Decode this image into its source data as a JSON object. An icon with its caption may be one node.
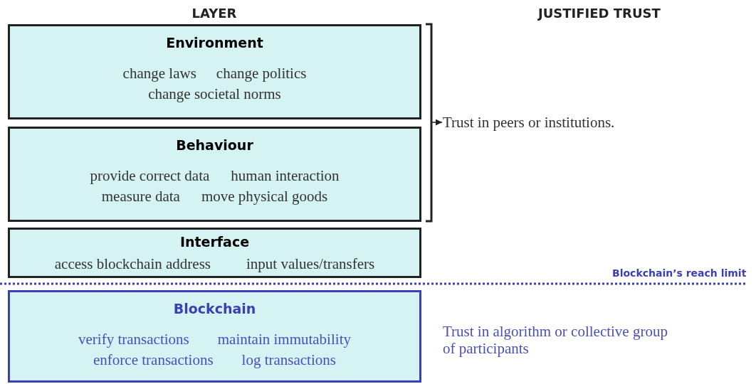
{
  "diagram": {
    "nodes": [
      {
        "text": [
          "Environment",
          "change laws",
          "change politics",
          "change societal norms"
        ]
      },
      {
        "text": [
          "Behaviour",
          "provide correct data",
          "human interaction",
          "measure data",
          "move physical goods"
        ]
      },
      {
        "text": [
          "Interface",
          "access blockchain address",
          "input values/transfers"
        ]
      },
      {
        "text": [
          "Blockchain",
          "verify transactions",
          "maintain immutability",
          "enforce transactions",
          "log transactions"
        ]
      },
      {
        "text": [
          "Trust in peers or institutions."
        ]
      }
    ],
    "edges": [
      {
        "from": null,
        "to": 4,
        "arrow": "to"
      }
    ],
    "labels": [
      "LAYER",
      "JUSTIFIED TRUST",
      "Blockchain’s reach limit",
      "Trust in algorithm or collective group of participants"
    ]
  }
}
